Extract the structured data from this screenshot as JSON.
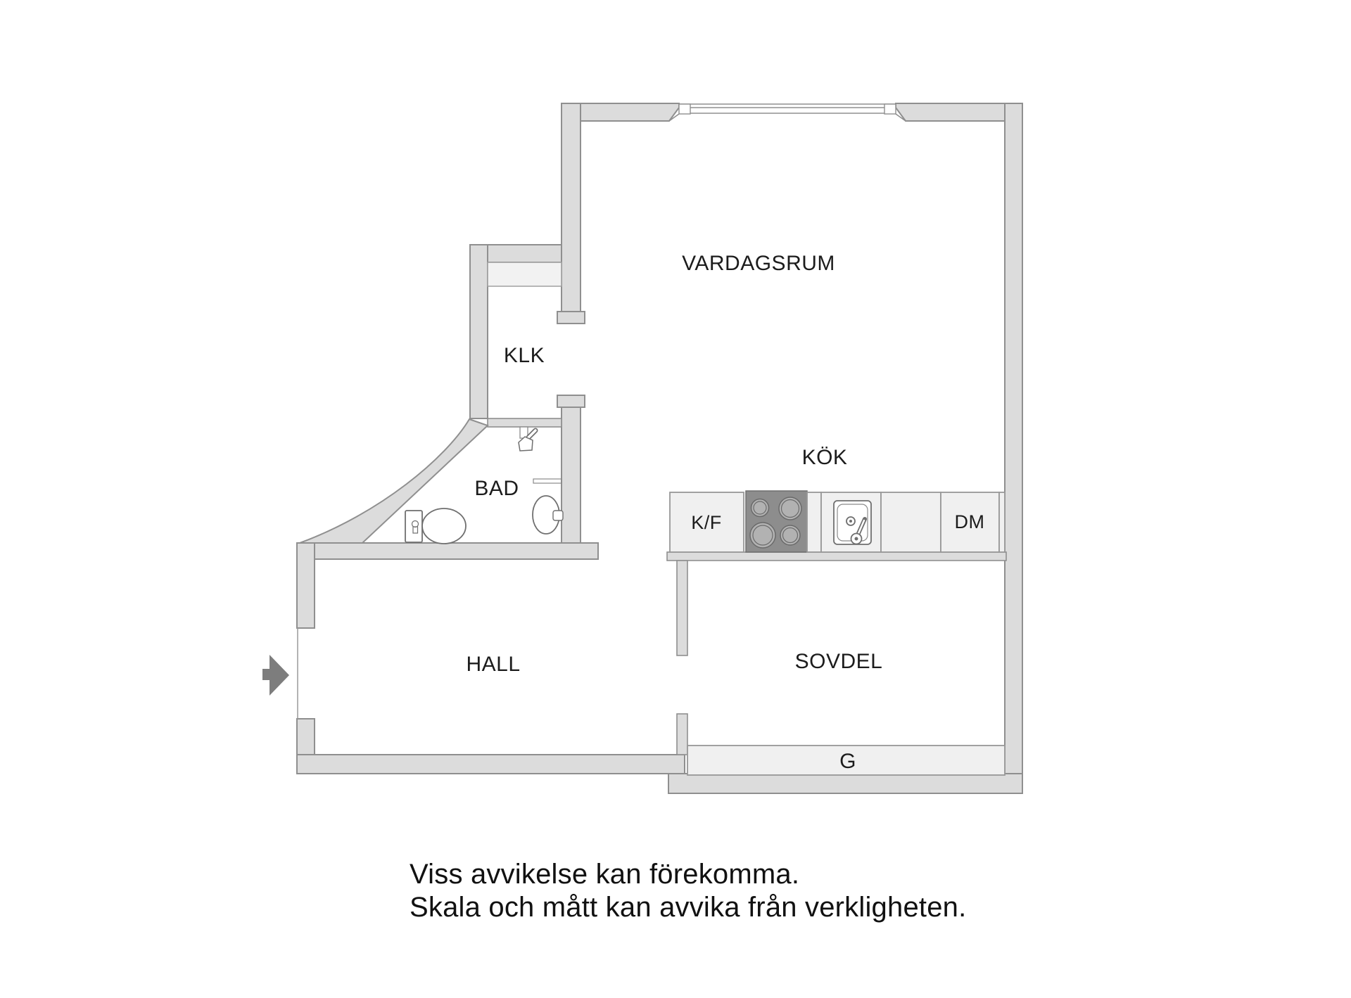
{
  "colors": {
    "wall_fill": "#dcdcdc",
    "wall_stroke": "#8f8f8f",
    "cabinet_fill": "#f0f0f0",
    "cabinet_stroke": "#989898",
    "stove_fill": "#8d8d8d",
    "burner_fill": "#b2b2b2",
    "fixture_stroke": "#6f6f6f",
    "entrance_arrow": "#7d7d7d",
    "label_text": "#1c1c1c"
  },
  "rooms": {
    "vardagsrum": {
      "label": "VARDAGSRUM"
    },
    "klk": {
      "label": "KLK"
    },
    "bad": {
      "label": "BAD"
    },
    "kok": {
      "label": "KÖK"
    },
    "hall": {
      "label": "HALL"
    },
    "sovdel": {
      "label": "SOVDEL"
    }
  },
  "fixtures": {
    "fridge_freezer": {
      "label": "K/F"
    },
    "dishwasher": {
      "label": "DM"
    },
    "wardrobe": {
      "label": "G"
    }
  },
  "disclaimer": {
    "line1": "Viss avvikelse kan förekomma.",
    "line2": "Skala och mått kan avvika från verkligheten."
  }
}
